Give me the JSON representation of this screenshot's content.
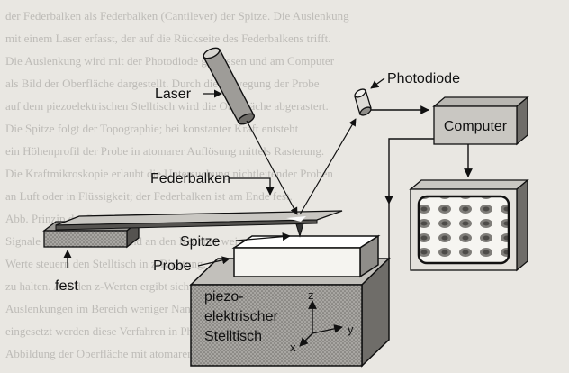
{
  "labels": {
    "laser": "Laser",
    "photodiode": "Photodiode",
    "computer": "Computer",
    "federbalken": "Federbalken",
    "spitze": "Spitze",
    "probe": "Probe",
    "fest": "fest",
    "stage_line1": "piezo-",
    "stage_line2": "elektrischer",
    "stage_line3": "Stelltisch"
  },
  "axes": {
    "x": "x",
    "y": "y",
    "z": "z"
  },
  "background_text": [
    "der Federbalken als Federbalken (Cantilever) der Spitze. Die Auslenkung",
    "mit einem Laser erfasst, der auf die Rückseite des Federbalkens trifft.",
    "Die Auslenkung wird mit der Photodiode gemessen und am Computer",
    "als Bild der Oberfläche dargestellt. Durch die Bewegung der Probe",
    "auf dem piezoelektrischen Stelltisch wird die Oberfläche abgerastert.",
    "Die Spitze folgt der Topographie; bei konstanter Kraft entsteht",
    "ein Höhenprofil der Probe in atomarer Auflösung mittels Rasterung.",
    "Die Kraftmikroskopie erlaubt die Untersuchung nichtleitender Proben",
    "an Luft oder in Flüssigkeit; der Federbalken ist am Ende fest.",
    "Abb. Prinzip des Rasterkraftmikroskops mit Laser und Photodiode",
    "Signale werden verstärkt und an den Rechner weitergegeben. Diese",
    "Werte steuern den Stelltisch in z-Richtung, um die Kraft konstant",
    "zu halten. Aus den z-Werten ergibt sich das Bild der Oberfläche.",
    "Auslenkungen im Bereich weniger Nanometer sind so messbar. Weiter",
    "eingesetzt werden diese Verfahren in Physik, Chemie und Biologie.",
    "Abbildung der Oberfläche mit atomarer Auflösung (Bild rechts oben)."
  ],
  "colors": {
    "paper": "#e9e7e2",
    "ink": "#111111",
    "mid_gray": "#9a9894",
    "dark_gray": "#6c6a66",
    "light_face": "#f3f2ee"
  }
}
